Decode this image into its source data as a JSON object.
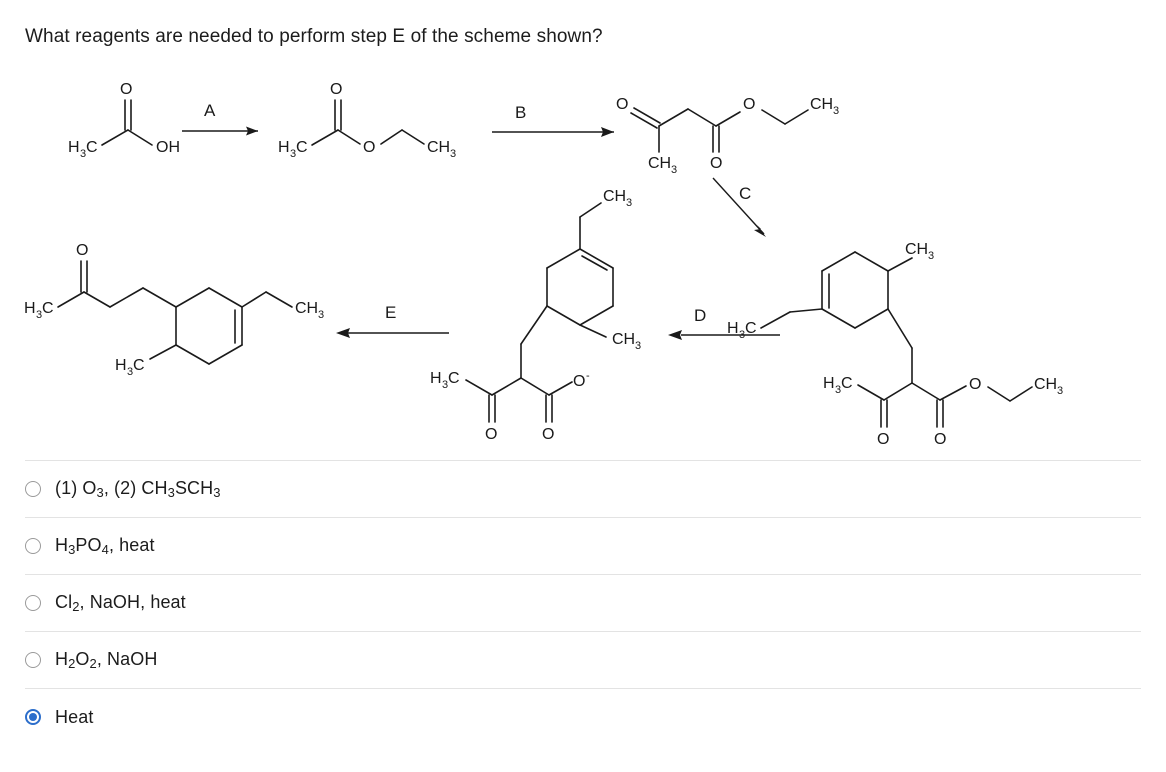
{
  "question": {
    "text": "What reagents are needed to perform step E of the scheme shown?"
  },
  "scheme": {
    "step_labels": [
      "A",
      "B",
      "C",
      "D",
      "E"
    ],
    "atoms": {
      "h3c": "H",
      "h3c_sub": "3",
      "h3c_c": "C",
      "ch3": "CH",
      "ch3_sub": "3",
      "o": "O",
      "oh": "OH",
      "o_minus": "O",
      "minus": "-"
    },
    "molecules": [
      {
        "id": "acetic-acid",
        "name": "acetic acid",
        "labels": [
          "H3C",
          "O",
          "OH"
        ]
      },
      {
        "id": "ethyl-acetate",
        "name": "ethyl acetate",
        "labels": [
          "H3C",
          "O",
          "O",
          "CH3"
        ]
      },
      {
        "id": "ethyl-acetoacetate",
        "name": "ethyl acetoacetate",
        "labels": [
          "O",
          "CH3",
          "O",
          "O",
          "CH3"
        ]
      },
      {
        "id": "alkylated-acetoacetate-ester",
        "name": "alkylated acetoacetate ester",
        "labels": [
          "CH3",
          "H3C",
          "H3C",
          "O",
          "O",
          "O",
          "CH3"
        ]
      },
      {
        "id": "beta-keto-carboxylate",
        "name": "beta-keto carboxylate anion",
        "labels": [
          "CH3",
          "CH3",
          "H3C",
          "O-",
          "O",
          "O"
        ]
      },
      {
        "id": "methyl-ketone-product",
        "name": "methyl ketone product",
        "labels": [
          "H3C",
          "O",
          "H3C",
          "CH3"
        ]
      }
    ]
  },
  "options": [
    {
      "id": "option-ozonolysis",
      "selected": false,
      "segments": [
        {
          "t": "(1) O",
          "sub": false
        },
        {
          "t": "3",
          "sub": true
        },
        {
          "t": ", (2) CH",
          "sub": false
        },
        {
          "t": "3",
          "sub": true
        },
        {
          "t": "SCH",
          "sub": false
        },
        {
          "t": "3",
          "sub": true
        }
      ],
      "plain": "(1) O3, (2) CH3SCH3"
    },
    {
      "id": "option-h3po4-heat",
      "selected": false,
      "segments": [
        {
          "t": "H",
          "sub": false
        },
        {
          "t": "3",
          "sub": true
        },
        {
          "t": "PO",
          "sub": false
        },
        {
          "t": "4",
          "sub": true
        },
        {
          "t": ", heat",
          "sub": false
        }
      ],
      "plain": "H3PO4, heat"
    },
    {
      "id": "option-cl2-naoh-heat",
      "selected": false,
      "segments": [
        {
          "t": "Cl",
          "sub": false
        },
        {
          "t": "2",
          "sub": true
        },
        {
          "t": ", NaOH, heat",
          "sub": false
        }
      ],
      "plain": "Cl2, NaOH, heat"
    },
    {
      "id": "option-h2o2-naoh",
      "selected": false,
      "segments": [
        {
          "t": "H",
          "sub": false
        },
        {
          "t": "2",
          "sub": true
        },
        {
          "t": "O",
          "sub": false
        },
        {
          "t": "2",
          "sub": true
        },
        {
          "t": ", NaOH",
          "sub": false
        }
      ],
      "plain": "H2O2, NaOH"
    },
    {
      "id": "option-heat",
      "selected": true,
      "segments": [
        {
          "t": "Heat",
          "sub": false
        }
      ],
      "plain": "Heat"
    }
  ],
  "colors": {
    "accent": "#2c6ecb",
    "text": "#1c1c1c",
    "bond": "#1a1a1a",
    "divider": "#e3e3e3",
    "background": "#ffffff"
  }
}
